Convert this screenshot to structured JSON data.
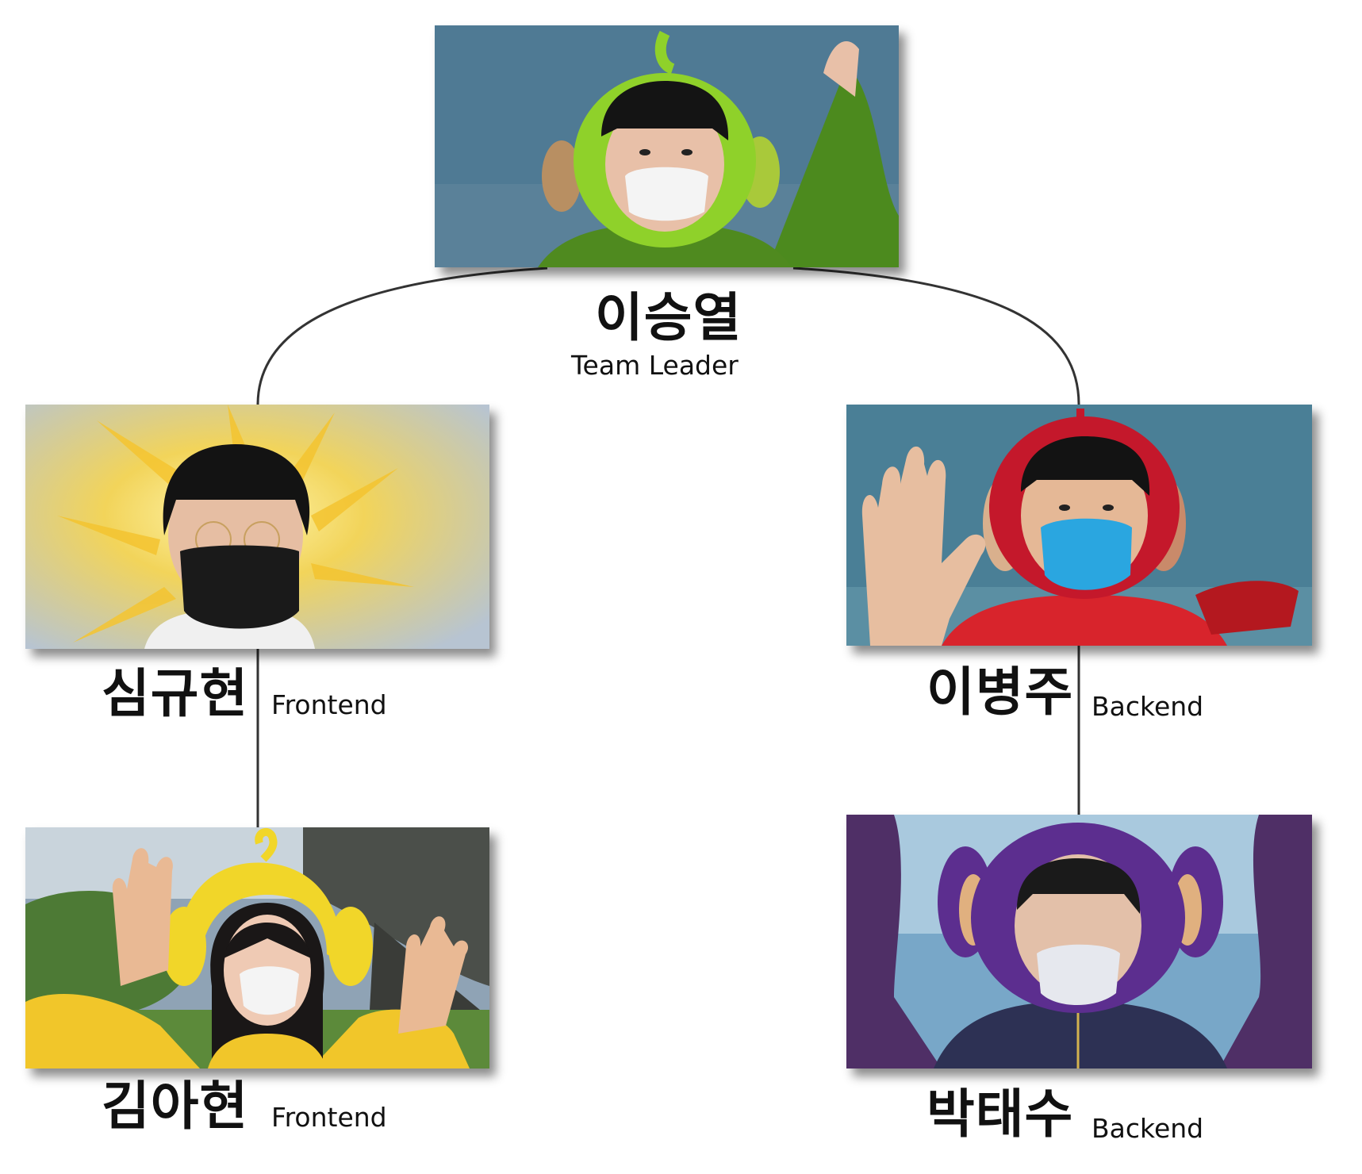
{
  "members": {
    "leader": {
      "name": "이승열",
      "role": "Team Leader",
      "costume": "green-antenna-costume"
    },
    "frontend_1": {
      "name": "심규현",
      "role": "Frontend",
      "costume": "sun-baby-background"
    },
    "backend_1": {
      "name": "이병주",
      "role": "Backend",
      "costume": "red-costume"
    },
    "frontend_2": {
      "name": "김아현",
      "role": "Frontend",
      "costume": "yellow-costume"
    },
    "backend_2": {
      "name": "박태수",
      "role": "Backend",
      "costume": "purple-costume"
    }
  },
  "colors": {
    "connector": "#333333",
    "leader_costume": "#8fd12a",
    "frontend_2_costume": "#f1d629",
    "backend_1_costume": "#c4182b",
    "backend_2_costume": "#5c2e8f",
    "sky": "#4f7a9a"
  }
}
